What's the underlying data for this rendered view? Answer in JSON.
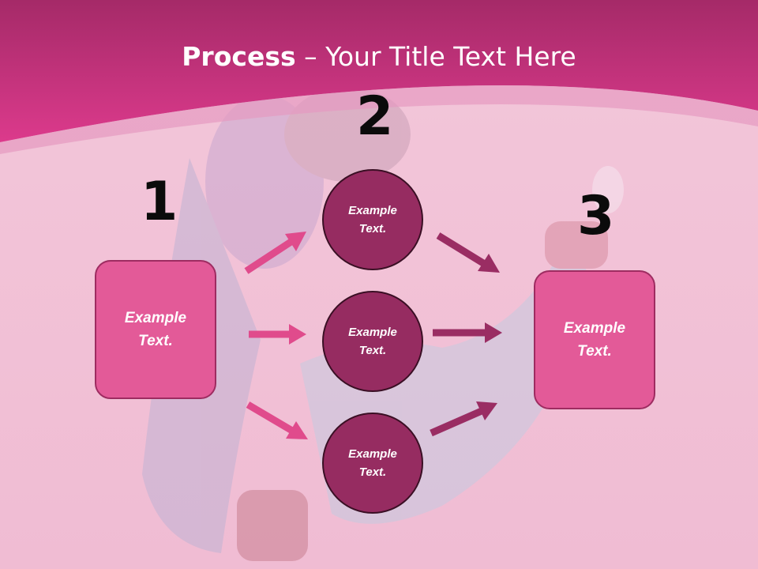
{
  "title": {
    "bold": "Process",
    "rest": " – Your Title Text Here"
  },
  "steps": [
    {
      "number": "1",
      "text": "Example\nText."
    },
    {
      "number": "2",
      "text": "Example\nText."
    },
    {
      "number": "3",
      "text": "Example\nText."
    }
  ],
  "circles": [
    {
      "text": "Example\nText."
    },
    {
      "text": "Example\nText."
    },
    {
      "text": "Example\nText."
    }
  ],
  "colors": {
    "header": "#cf2f80",
    "background": "#f2c3d8",
    "box_fill": "#e35a98",
    "circle_fill": "#962c61",
    "arrow_left": "#e04b8c",
    "arrow_right": "#9a2d63"
  }
}
